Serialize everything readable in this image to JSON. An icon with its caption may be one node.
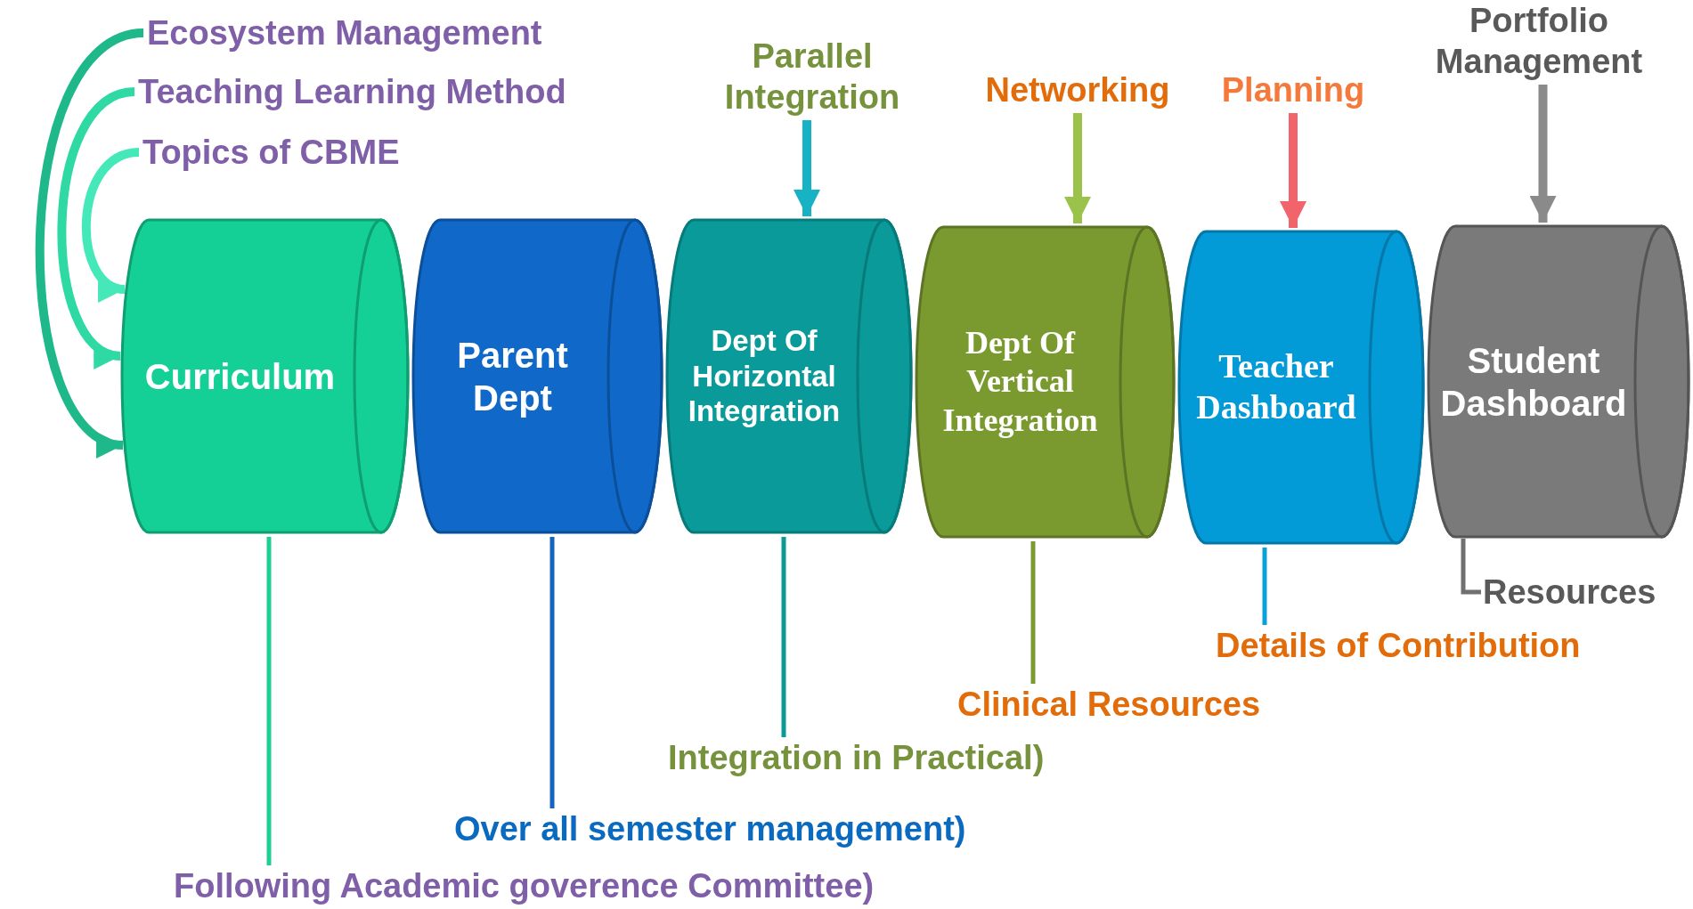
{
  "diagram": {
    "nodes": [
      {
        "text": [
          "Ecosystem  Management"
        ]
      },
      {
        "text": [
          "Teaching Learning Method"
        ]
      },
      {
        "text": [
          "Topics of CBME"
        ]
      },
      {
        "text": [
          "Curriculum"
        ]
      },
      {
        "text": [
          "Parent Dept"
        ]
      },
      {
        "text": [
          "Dept Of Horizontal Integration"
        ]
      },
      {
        "text": [
          "Parallel Integration"
        ]
      },
      {
        "text": [
          "Dept Of Vertical Integration"
        ]
      },
      {
        "text": [
          "Networking"
        ]
      },
      {
        "text": [
          "Teacher Dashboard"
        ]
      },
      {
        "text": [
          "Planning"
        ]
      },
      {
        "text": [
          "Student Dashboard"
        ]
      },
      {
        "text": [
          "Portfolio Management"
        ]
      },
      {
        "text": [
          "Resources"
        ]
      },
      {
        "text": [
          "Details of Contribution"
        ]
      },
      {
        "text": [
          "Clinical Resources"
        ]
      },
      {
        "text": [
          "Integration in Practical)"
        ]
      },
      {
        "text": [
          "Over all semester management)"
        ]
      },
      {
        "text": [
          "Following Academic goverence Committee)"
        ]
      }
    ],
    "edges": [
      {
        "from": 0,
        "to": 3,
        "arrow": "to",
        "color": "#1fb88a"
      },
      {
        "from": 1,
        "to": 3,
        "arrow": "to",
        "color": "#2fd9a4"
      },
      {
        "from": 2,
        "to": 3,
        "arrow": "to",
        "color": "#45e8b8"
      },
      {
        "from": 6,
        "to": 5,
        "arrow": "to",
        "color": "#17b3c4"
      },
      {
        "from": 8,
        "to": 7,
        "arrow": "to",
        "color": "#9bc24a"
      },
      {
        "from": 10,
        "to": 9,
        "arrow": "to",
        "color": "#f2646c"
      },
      {
        "from": 12,
        "to": 11,
        "arrow": "to",
        "color": "#8a8a8a"
      },
      {
        "from": 3,
        "to": 18,
        "arrow": "none",
        "color": "#1dd196"
      },
      {
        "from": 4,
        "to": 17,
        "arrow": "none",
        "color": "#1565c0"
      },
      {
        "from": 5,
        "to": 16,
        "arrow": "none",
        "color": "#0a9a9a"
      },
      {
        "from": 7,
        "to": 15,
        "arrow": "none",
        "color": "#7a9a30"
      },
      {
        "from": 9,
        "to": 14,
        "arrow": "none",
        "color": "#0aa0d8"
      },
      {
        "from": 11,
        "to": 13,
        "arrow": "none",
        "color": "#707070"
      }
    ]
  }
}
